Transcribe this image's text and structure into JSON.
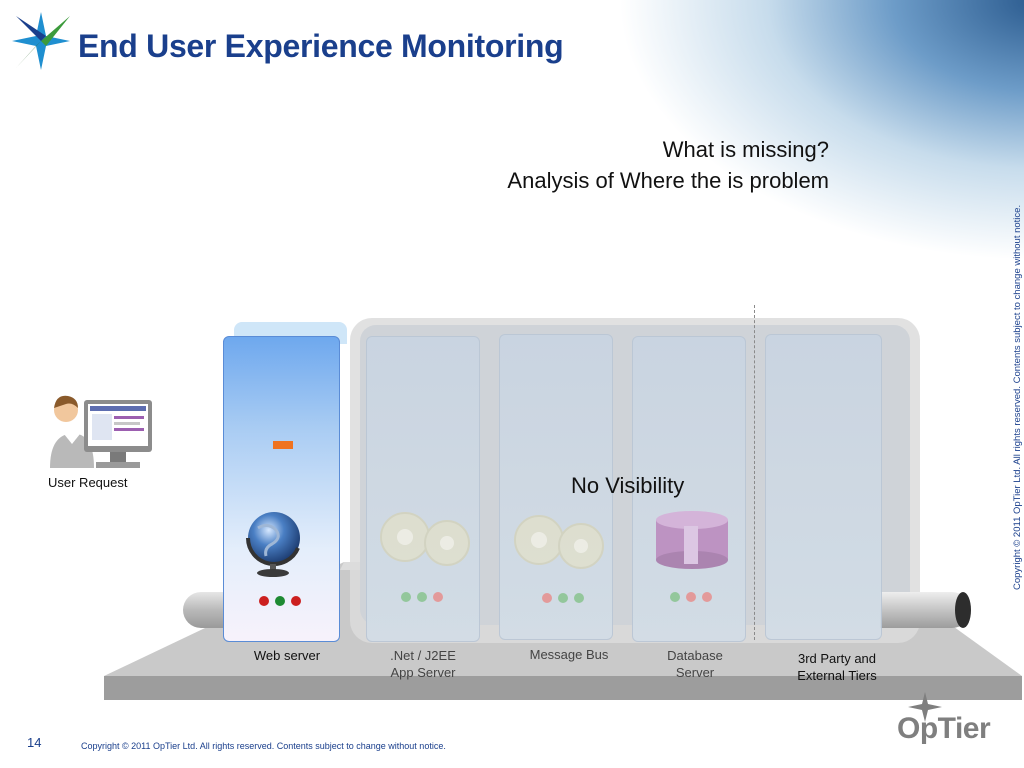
{
  "slide": {
    "title": "End User Experience Monitoring",
    "question_line1": "What is missing?",
    "question_line2": "Analysis of Where the is problem",
    "no_visibility": "No Visibility",
    "user_label": "User Request",
    "side_copyright": "Copyright ©  2011 OpTier  Ltd. All rights reserved. Contents subject to change without notice.",
    "footer_copyright": "Copyright ©  2011 OpTier  Ltd. All rights reserved. Contents subject to change without notice.",
    "page_number": "14",
    "brand": "OpTier"
  },
  "tiers": [
    {
      "name": "Web server",
      "line2": "",
      "icon": "globe-icon",
      "status": [
        "red",
        "green",
        "red"
      ],
      "visible": true
    },
    {
      "name": ".Net / J2EE",
      "line2": "App Server",
      "icon": "gears-icon",
      "status": [
        "green",
        "green",
        "red"
      ],
      "visible": false
    },
    {
      "name": "Message Bus",
      "line2": "",
      "icon": "gears-icon",
      "status": [
        "red",
        "green",
        "green"
      ],
      "visible": false
    },
    {
      "name": "Database",
      "line2": "Server",
      "icon": "database-icon",
      "status": [
        "green",
        "red",
        "red"
      ],
      "visible": false
    },
    {
      "name": "3rd Party and",
      "line2": "External Tiers",
      "icon": "",
      "status": [],
      "visible": false
    }
  ],
  "colors": {
    "title": "#1a3f8c",
    "red": "#cc1f1f",
    "green": "#1e8a32",
    "ghost_red": "#e39a9a",
    "ghost_green": "#93c79b",
    "accent_orange": "#ef7320"
  }
}
